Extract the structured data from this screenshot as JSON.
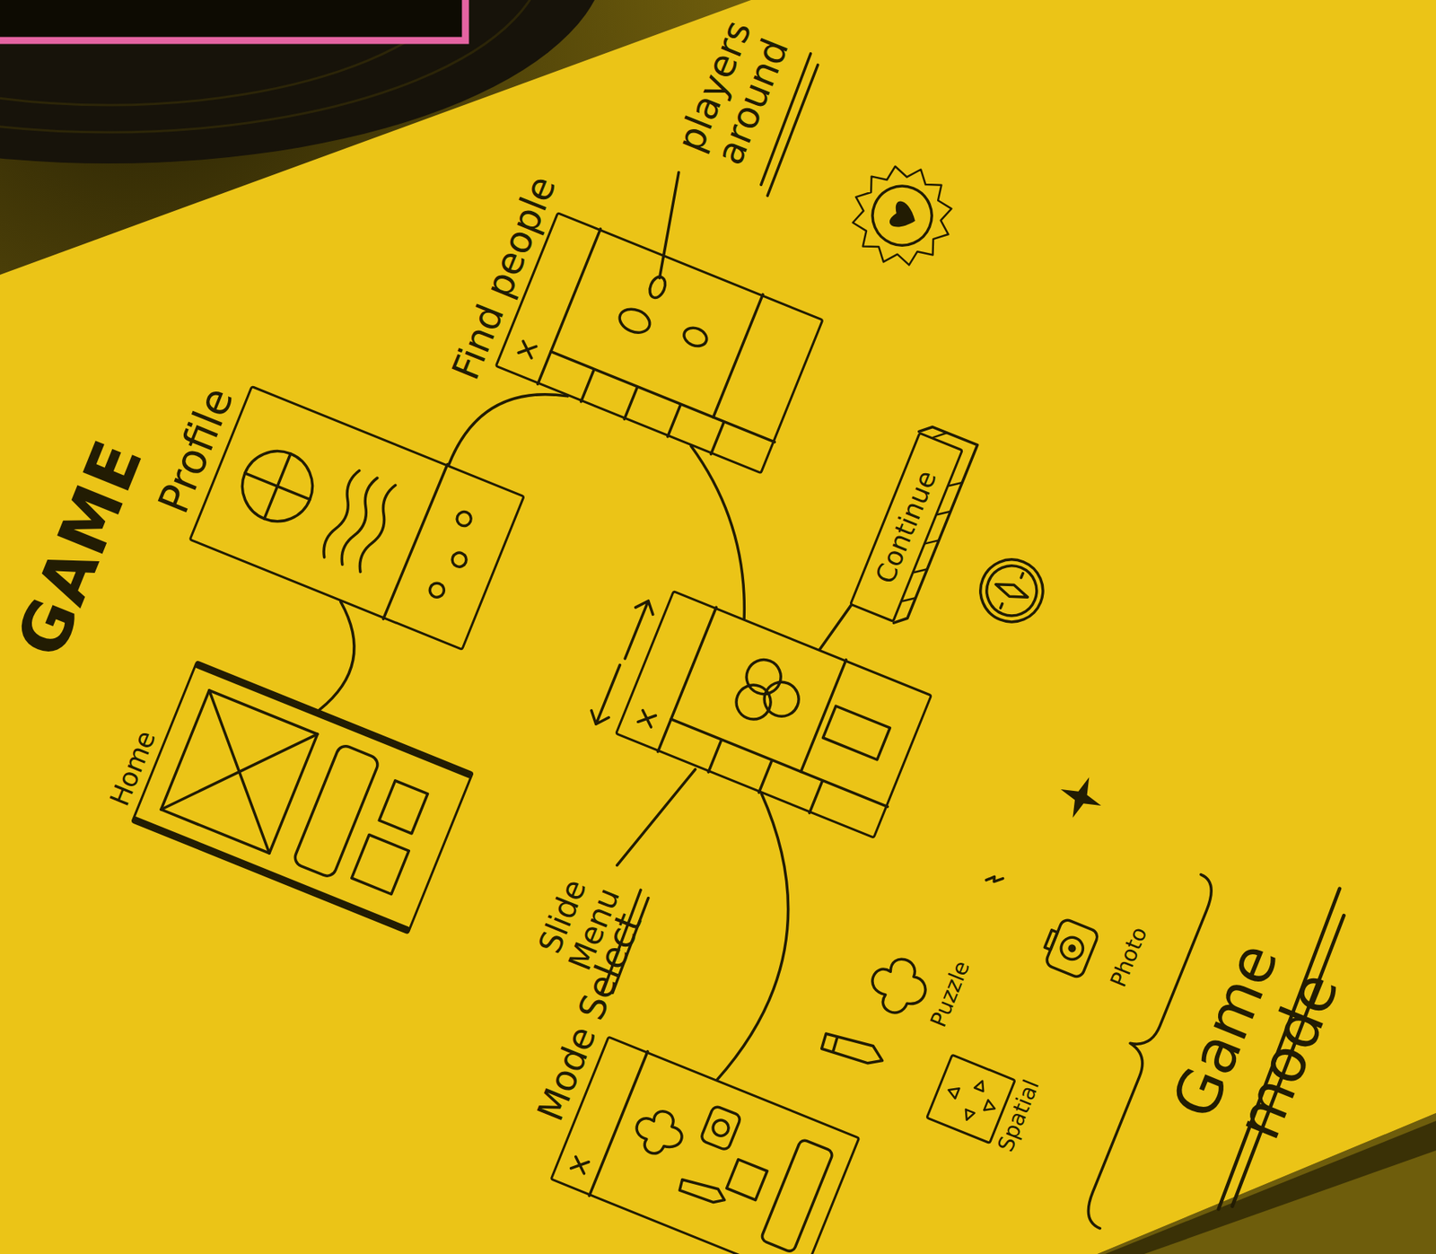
{
  "diagram": {
    "title": "GAME",
    "nodes": [
      {
        "text": [
          "Home"
        ]
      },
      {
        "text": [
          "Profile"
        ]
      },
      {
        "text": [
          "Find people"
        ]
      },
      {
        "text": [
          "Continue"
        ]
      },
      {
        "text": [
          "Slide Menu"
        ]
      },
      {
        "text": [
          "Mode Select"
        ]
      },
      {
        "text": [
          "Spatial"
        ]
      }
    ],
    "edges": [
      {
        "from": 0,
        "to": 1,
        "arrow": "none"
      },
      {
        "from": 1,
        "to": 2,
        "arrow": "none"
      },
      {
        "from": 2,
        "to": 4,
        "arrow": "none"
      },
      {
        "from": 3,
        "to": 4,
        "arrow": "none"
      },
      {
        "from": 4,
        "to": 5,
        "arrow": "none"
      }
    ],
    "labels": [
      "players around",
      "Puzzle",
      "Photo",
      "Game mode"
    ]
  }
}
